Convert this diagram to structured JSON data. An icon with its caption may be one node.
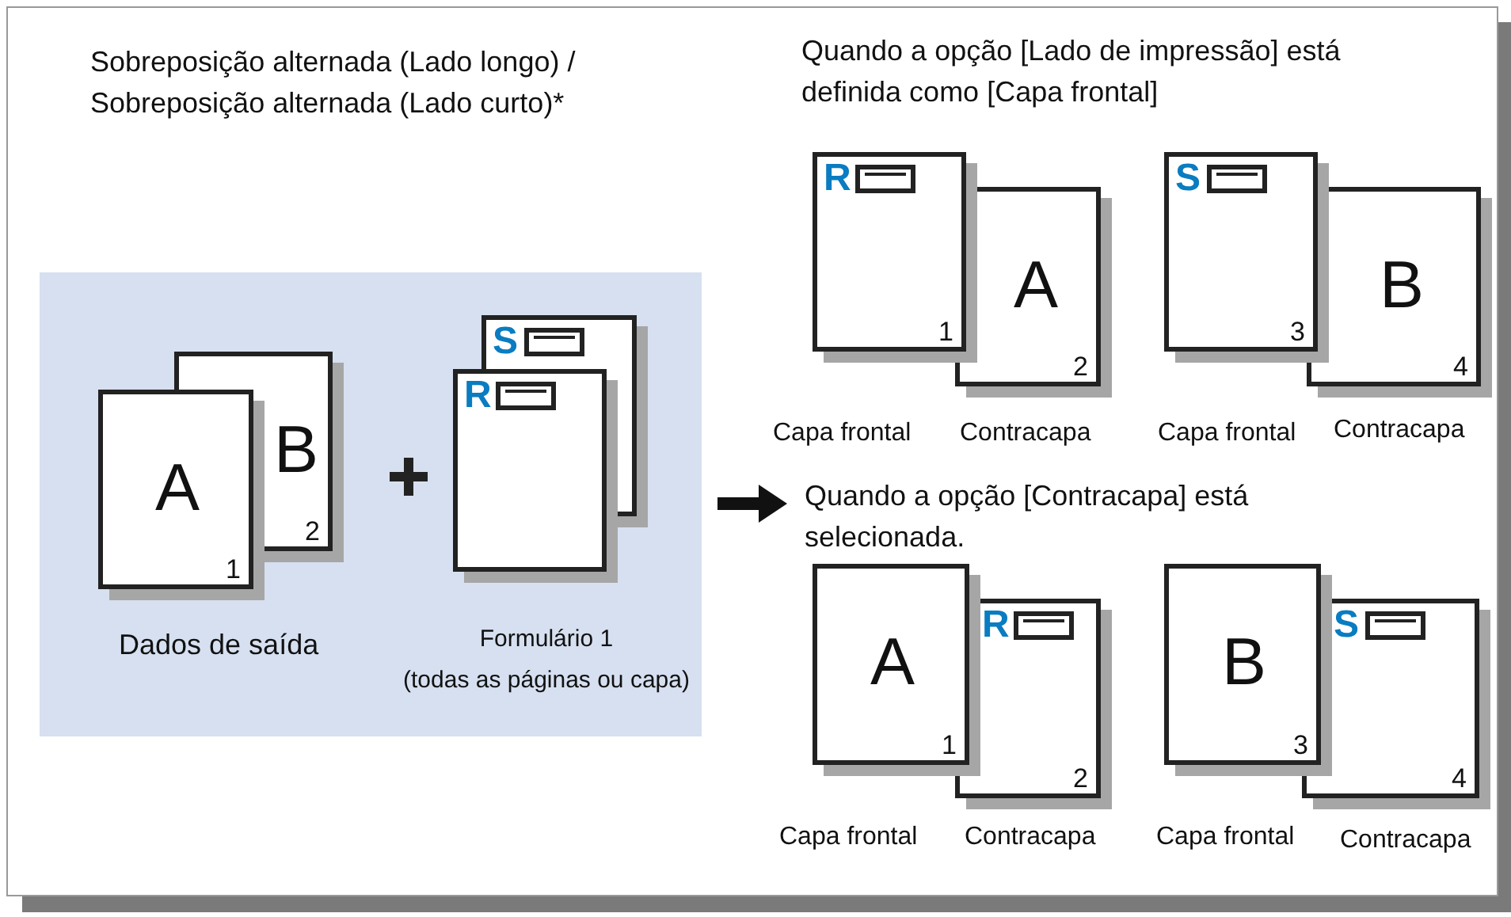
{
  "diagram": {
    "nodes": [
      {
        "text": [],
        "shape": "box"
      },
      {
        "text": [
          "B",
          "2"
        ],
        "in": 0
      },
      {
        "text": [
          "A",
          "1"
        ],
        "in": 0
      },
      {
        "text": [
          "S"
        ],
        "in": 0
      },
      {
        "text": [
          "R"
        ],
        "in": 0
      },
      {
        "text": [
          "R",
          "1"
        ],
        "beside": [
          "Capa frontal"
        ]
      },
      {
        "text": [
          "A",
          "2"
        ],
        "beside": [
          "Contracapa"
        ]
      },
      {
        "text": [
          "S",
          "3"
        ]
      },
      {
        "text": [
          "B",
          "4"
        ],
        "beside": [
          "Contracapa"
        ]
      },
      {
        "text": [
          "A",
          "1"
        ],
        "beside": [
          "Capa frontal"
        ]
      },
      {
        "text": [
          "R",
          "2"
        ],
        "beside": [
          "Contracapa"
        ]
      },
      {
        "text": [
          "B",
          "3"
        ]
      },
      {
        "text": [
          "S",
          "4"
        ],
        "beside": [
          "Contracapa"
        ]
      }
    ],
    "labels": [
      "Sobreposição alternada (Lado longo) / Sobreposição alternada (Lado curto)*",
      "Quando a opção [Lado de impressão] está definida como [Capa frontal]",
      "Dados de saída",
      "Formulário 1",
      "(todas as páginas ou capa)",
      "Quando a opção [Contracapa] está selecionada.",
      "Capa frontal",
      "Capa frontal"
    ]
  }
}
